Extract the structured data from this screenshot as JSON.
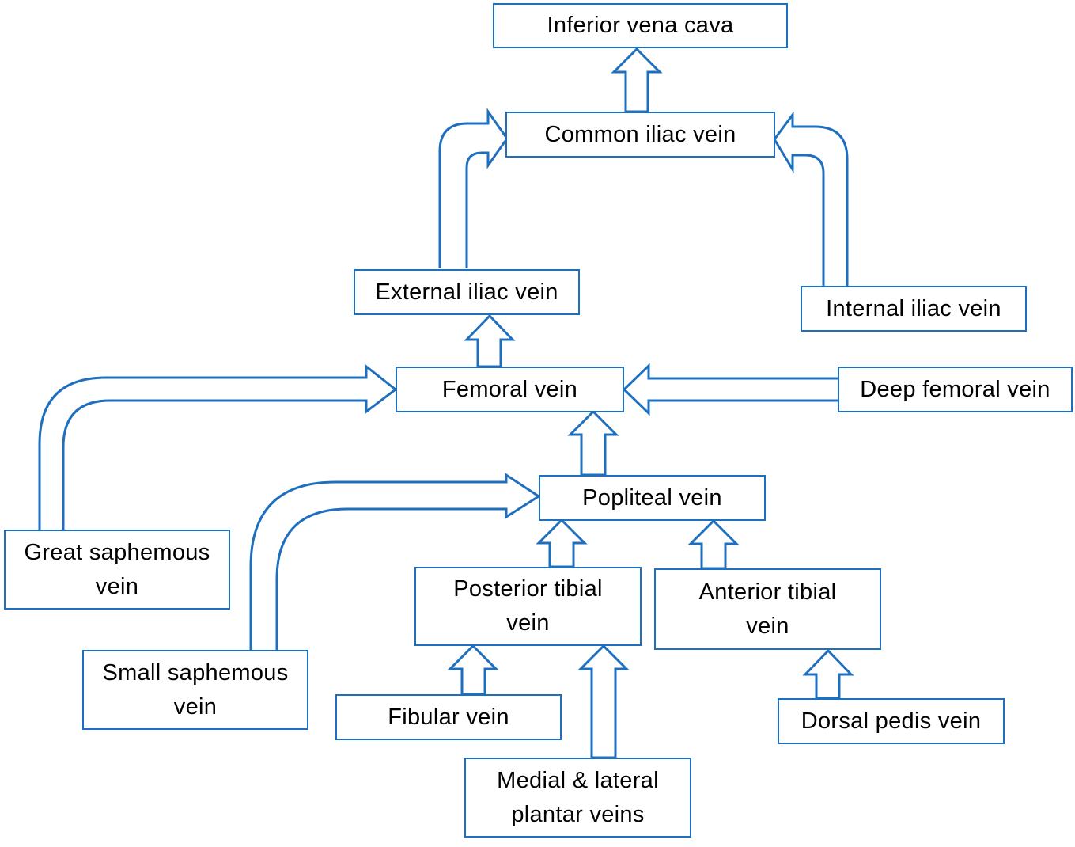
{
  "diagram": {
    "colors": {
      "stroke": "#1f6fbf",
      "text": "#000000",
      "background": "#ffffff"
    },
    "nodes": {
      "inferior_vena_cava": "Inferior vena cava",
      "common_iliac": "Common iliac vein",
      "external_iliac": "External iliac vein",
      "internal_iliac": "Internal iliac vein",
      "femoral": "Femoral vein",
      "deep_femoral": "Deep femoral vein",
      "popliteal": "Popliteal vein",
      "great_saphenous": "Great saphemous\nvein",
      "small_saphenous": "Small saphemous\nvein",
      "posterior_tibial": "Posterior tibial\nvein",
      "anterior_tibial": "Anterior tibial\nvein",
      "fibular": "Fibular vein",
      "dorsal_pedis": "Dorsal pedis  vein",
      "plantar": "Medial & lateral\nplantar veins"
    },
    "edges": [
      {
        "from": "common_iliac",
        "to": "inferior_vena_cava"
      },
      {
        "from": "external_iliac",
        "to": "common_iliac"
      },
      {
        "from": "internal_iliac",
        "to": "common_iliac"
      },
      {
        "from": "femoral",
        "to": "external_iliac"
      },
      {
        "from": "great_saphenous",
        "to": "femoral"
      },
      {
        "from": "deep_femoral",
        "to": "femoral"
      },
      {
        "from": "popliteal",
        "to": "femoral"
      },
      {
        "from": "small_saphenous",
        "to": "popliteal"
      },
      {
        "from": "posterior_tibial",
        "to": "popliteal"
      },
      {
        "from": "anterior_tibial",
        "to": "popliteal"
      },
      {
        "from": "fibular",
        "to": "posterior_tibial"
      },
      {
        "from": "plantar",
        "to": "posterior_tibial"
      },
      {
        "from": "dorsal_pedis",
        "to": "anterior_tibial"
      }
    ]
  }
}
